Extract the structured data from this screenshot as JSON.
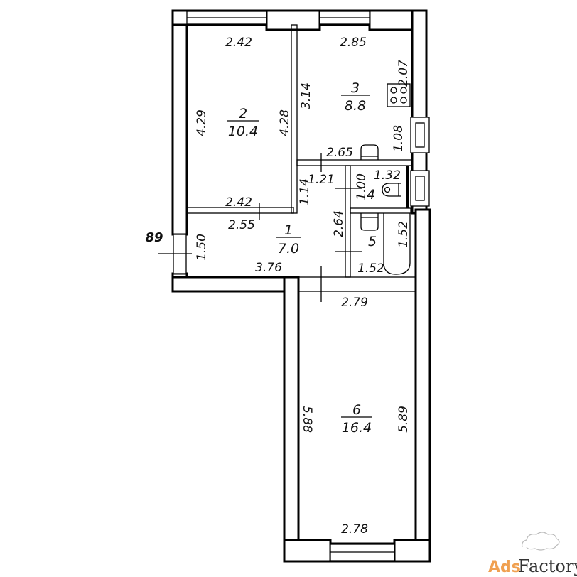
{
  "plan": {
    "rooms": [
      {
        "number": "1",
        "area": "7.0"
      },
      {
        "number": "2",
        "area": "10.4"
      },
      {
        "number": "3",
        "area": "8.8"
      },
      {
        "number": "4"
      },
      {
        "number": "5"
      },
      {
        "number": "6",
        "area": "16.4"
      }
    ],
    "dimensions": {
      "r2_top": "2.42",
      "r2_left": "4.29",
      "r2_right": "4.28",
      "r2_bottom": "2.42",
      "r3_top": "2.85",
      "r3_left": "3.14",
      "r3_right": "2.07",
      "r3_bottom": "2.65",
      "r3_side": "1.08",
      "hall_top": "1.21",
      "hall_left": "1.14",
      "hall_width": "2.55",
      "hall_bottom": "3.76",
      "hall_mid": "2.64",
      "hall_door": "1.50",
      "r4_height": "1.00",
      "r4_width": "1.32",
      "r5_width": "1.52",
      "r5_height": "1.52",
      "r6_top": "2.79",
      "r6_left": "5.88",
      "r6_right": "5.89",
      "r6_bottom": "2.78",
      "wall_mark": "89"
    }
  },
  "watermark": {
    "part1": "Ads",
    "part2": "Factory"
  }
}
